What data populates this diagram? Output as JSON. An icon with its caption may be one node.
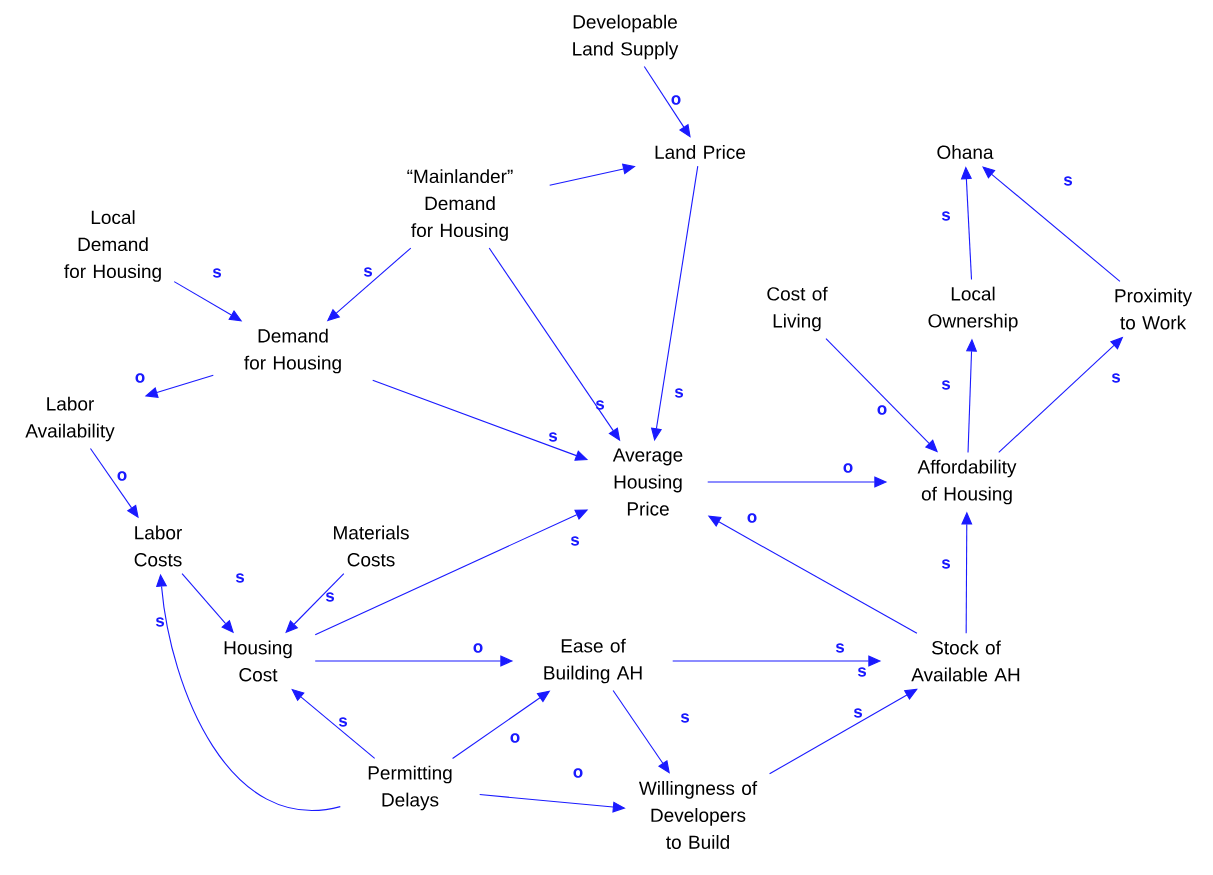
{
  "diagram": {
    "nodes": [
      {
        "text": [
          "Developable Land Supply"
        ]
      },
      {
        "text": [
          "Land Price"
        ]
      },
      {
        "text": [
          "Ohana"
        ]
      },
      {
        "text": [
          "“Mainlander” Demand for Housing"
        ]
      },
      {
        "text": [
          "Local Demand for Housing"
        ]
      },
      {
        "text": [
          "Cost of Living"
        ]
      },
      {
        "text": [
          "Local Ownership"
        ]
      },
      {
        "text": [
          "Proximity to Work"
        ]
      },
      {
        "text": [
          "Demand for Housing"
        ]
      },
      {
        "text": [
          "Labor Availability"
        ]
      },
      {
        "text": [
          "Average Housing Price"
        ]
      },
      {
        "text": [
          "Affordability of Housing"
        ]
      },
      {
        "text": [
          "Labor Costs"
        ]
      },
      {
        "text": [
          "Materials Costs"
        ]
      },
      {
        "text": [
          "Housing Cost"
        ]
      },
      {
        "text": [
          "Ease of Building AH"
        ]
      },
      {
        "text": [
          "Stock of Available AH"
        ]
      },
      {
        "text": [
          "Permitting Delays"
        ]
      },
      {
        "text": [
          "Willingness of Developers to Build"
        ]
      }
    ],
    "edges": [
      {
        "from": 0,
        "to": 1,
        "arrow": "to",
        "label": "o"
      },
      {
        "from": 3,
        "to": 1,
        "arrow": "to"
      },
      {
        "from": 3,
        "to": 8,
        "arrow": "to",
        "label": "s"
      },
      {
        "from": 3,
        "to": 10,
        "arrow": "to",
        "label": "s"
      },
      {
        "from": 1,
        "to": 10,
        "arrow": "to",
        "label": "s"
      },
      {
        "from": 4,
        "to": 8,
        "arrow": "to",
        "label": "s"
      },
      {
        "from": 8,
        "to": 9,
        "arrow": "to",
        "label": "o"
      },
      {
        "from": 8,
        "to": 10,
        "arrow": "to",
        "label": "s"
      },
      {
        "from": 9,
        "to": 12,
        "arrow": "to",
        "label": "o"
      },
      {
        "from": 12,
        "to": 14,
        "arrow": "to",
        "label": "s"
      },
      {
        "from": 13,
        "to": 14,
        "arrow": "to",
        "label": "s"
      },
      {
        "from": 14,
        "to": 10,
        "arrow": "to",
        "label": "s"
      },
      {
        "from": 14,
        "to": 15,
        "arrow": "to",
        "label": "o"
      },
      {
        "from": 17,
        "to": 14,
        "arrow": "to",
        "label": "s"
      },
      {
        "from": 17,
        "to": 15,
        "arrow": "to",
        "label": "o"
      },
      {
        "from": 17,
        "to": 18,
        "arrow": "to",
        "label": "o"
      },
      {
        "from": 17,
        "to": 12,
        "arrow": "to",
        "label": "s"
      },
      {
        "from": 15,
        "to": 16,
        "arrow": "to",
        "label": "s"
      },
      {
        "from": 15,
        "to": 18,
        "arrow": "to",
        "label": "s"
      },
      {
        "from": 18,
        "to": 16,
        "arrow": "to",
        "label": "s"
      },
      {
        "from": 16,
        "to": 10,
        "arrow": "to",
        "label": "o"
      },
      {
        "from": 10,
        "to": 11,
        "arrow": "to",
        "label": "o"
      },
      {
        "from": 16,
        "to": 11,
        "arrow": "to",
        "label": "s"
      },
      {
        "from": 5,
        "to": 11,
        "arrow": "to",
        "label": "o"
      },
      {
        "from": 11,
        "to": 6,
        "arrow": "to",
        "label": "s"
      },
      {
        "from": 11,
        "to": 7,
        "arrow": "to",
        "label": "s"
      },
      {
        "from": 6,
        "to": 2,
        "arrow": "to",
        "label": "s"
      },
      {
        "from": 7,
        "to": 2,
        "arrow": "to",
        "label": "s"
      }
    ],
    "labels": [
      "s"
    ]
  }
}
